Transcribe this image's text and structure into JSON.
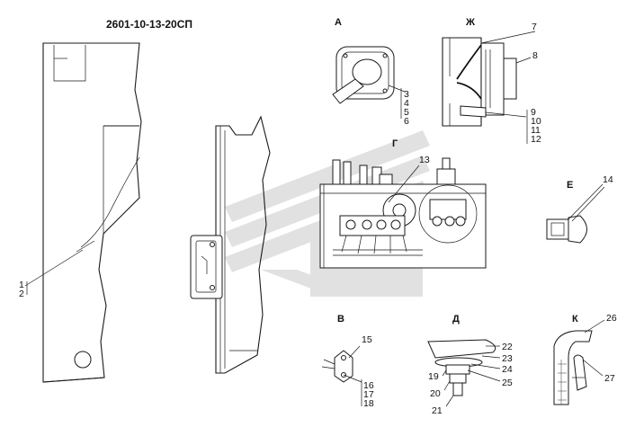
{
  "title": "2601-10-13-20СП",
  "view_labels": {
    "A": "А",
    "ZH": "Ж",
    "G": "Г",
    "E": "Е",
    "V": "В",
    "D": "Д",
    "K": "К"
  },
  "callouts": [
    "1",
    "2",
    "3",
    "4",
    "5",
    "6",
    "7",
    "8",
    "9",
    "10",
    "11",
    "12",
    "13",
    "14",
    "15",
    "16",
    "17",
    "18",
    "19",
    "20",
    "21",
    "22",
    "23",
    "24",
    "25",
    "26",
    "27"
  ],
  "watermark": "logo-stripes-gray"
}
